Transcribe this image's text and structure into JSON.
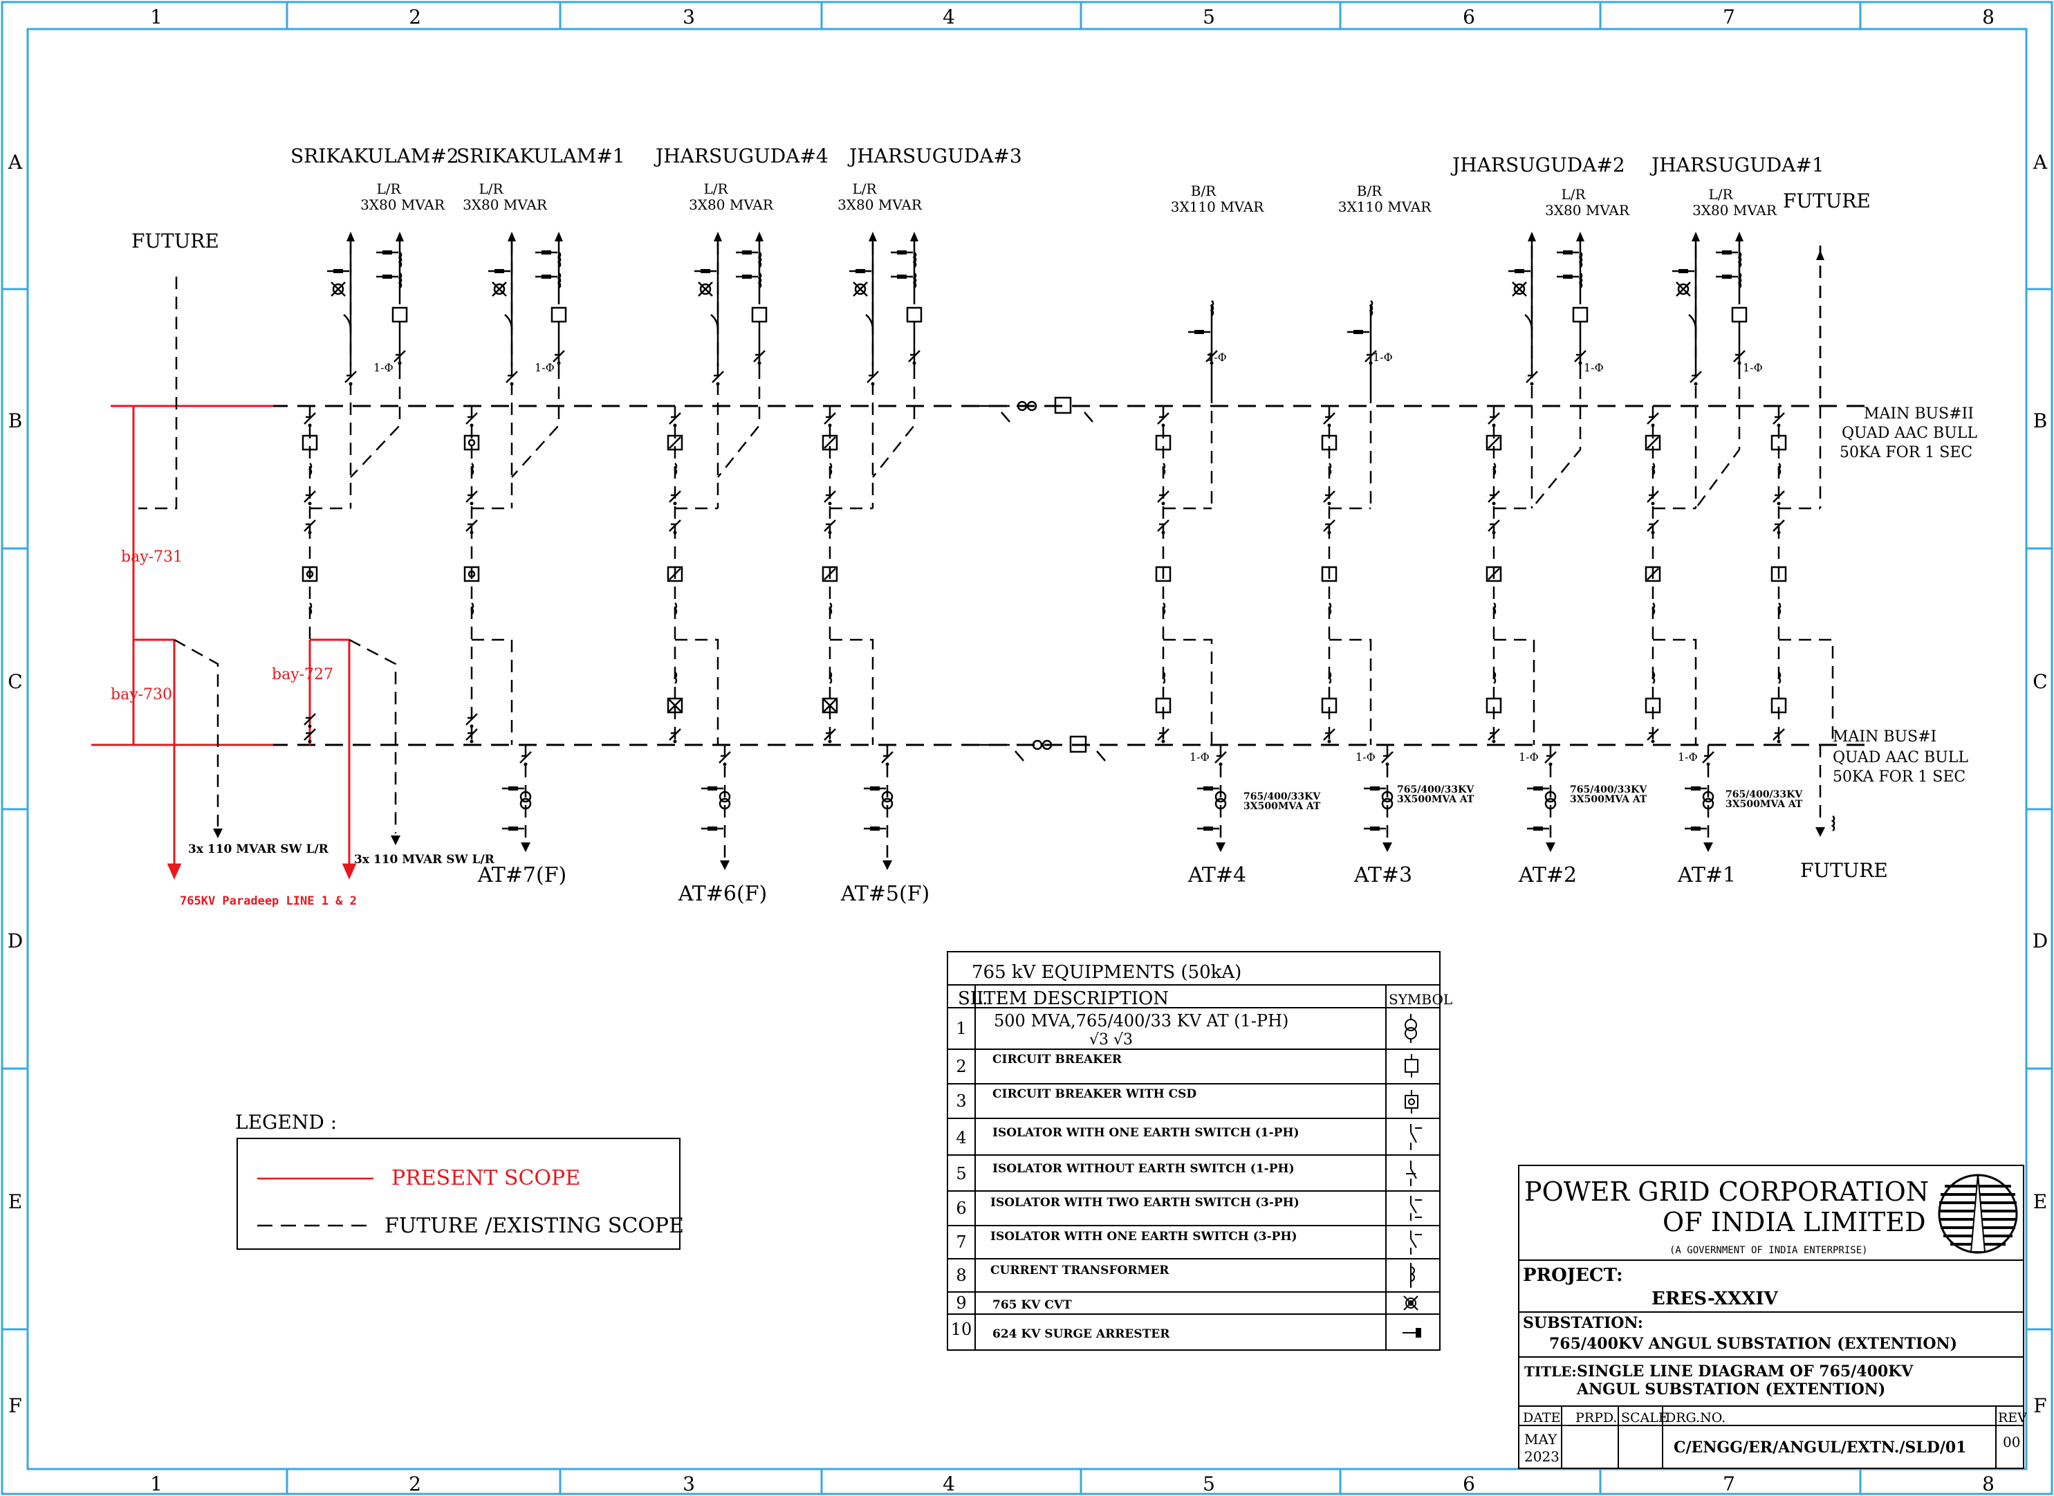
{
  "grid": {
    "columns": [
      "1",
      "2",
      "3",
      "4",
      "5",
      "6",
      "7",
      "8"
    ],
    "rows": [
      "A",
      "B",
      "C",
      "D",
      "E",
      "F"
    ]
  },
  "colors": {
    "border": "#35a8e8",
    "present_scope": "#e8161d",
    "line": "#000000"
  },
  "feeders": {
    "srikakulam2": "SRIKAKULAM#2",
    "srikakulam1": "SRIKAKULAM#1",
    "jharsuguda4": "JHARSUGUDA#4",
    "jharsuguda3": "JHARSUGUDA#3",
    "jharsuguda2": "JHARSUGUDA#2",
    "jharsuguda1": "JHARSUGUDA#1",
    "future_left": "FUTURE",
    "future_right_top": "FUTURE",
    "future_right_bottom": "FUTURE"
  },
  "reactors": {
    "lr_title": "L/R",
    "lr_rating": "3X80  MVAR",
    "br_title": "B/R",
    "br_rating": "3X110  MVAR"
  },
  "buses": {
    "main_bus_2": "MAIN  BUS#II",
    "main_bus_1": "MAIN  BUS#I",
    "conductor": "QUAD  AAC  BULL",
    "rating": "50KA  FOR  1  SEC"
  },
  "bays": {
    "bay731": "bay-731",
    "bay730": "bay-730",
    "bay727": "bay-727"
  },
  "switched_reactor_label": "3x  110  MVAR  SW  L/R",
  "paradeep_label": "765KV  Paradeep  LINE  1  &  2",
  "single_phase_label": "1-Φ",
  "transformers": {
    "at7": "AT#7(F)",
    "at6": "AT#6(F)",
    "at5": "AT#5(F)",
    "at4": "AT#4",
    "at3": "AT#3",
    "at2": "AT#2",
    "at1": "AT#1",
    "rating_line1": "765/400/33KV",
    "rating_line2": "3X500MVA  AT"
  },
  "equipment_table": {
    "title": "765  kV  EQUIPMENTS  (50kA)",
    "col_sl": "SL.",
    "col_item": "ITEM  DESCRIPTION",
    "col_symbol": "SYMBOL",
    "rows": [
      {
        "sl": "1",
        "desc": "500  MVA,765/400/33  KV   AT  (1-PH)",
        "sub": "√3    √3"
      },
      {
        "sl": "2",
        "desc": "CIRCUIT  BREAKER"
      },
      {
        "sl": "3",
        "desc": "CIRCUIT  BREAKER  WITH  CSD"
      },
      {
        "sl": "4",
        "desc": "ISOLATOR  WITH  ONE  EARTH  SWITCH  (1-PH)"
      },
      {
        "sl": "5",
        "desc": "ISOLATOR  WITHOUT  EARTH  SWITCH  (1-PH)"
      },
      {
        "sl": "6",
        "desc": "ISOLATOR  WITH  TWO  EARTH  SWITCH  (3-PH)"
      },
      {
        "sl": "7",
        "desc": "ISOLATOR  WITH  ONE  EARTH  SWITCH  (3-PH)"
      },
      {
        "sl": "8",
        "desc": "CURRENT  TRANSFORMER"
      },
      {
        "sl": "9",
        "desc": "765  KV  CVT"
      },
      {
        "sl": "10",
        "desc": "624  KV  SURGE  ARRESTER"
      }
    ]
  },
  "legend": {
    "title": "LEGEND  :",
    "present": "PRESENT  SCOPE",
    "future": "FUTURE  /EXISTING  SCOPE"
  },
  "title_block": {
    "company_line1": "POWER  GRID  CORPORATION",
    "company_line2": "OF  INDIA  LIMITED",
    "company_sub": "(A  GOVERNMENT  OF  INDIA  ENTERPRISE)",
    "project_label": "PROJECT:",
    "project_value": "ERES-XXXIV",
    "substation_label": "SUBSTATION:",
    "substation_value": "765/400KV  ANGUL  SUBSTATION  (EXTENTION)",
    "title_label": "TITLE:",
    "title_line1": "SINGLE  LINE  DIAGRAM  OF  765/400KV",
    "title_line2": "ANGUL  SUBSTATION  (EXTENTION)",
    "date_label": "DATE",
    "prpd_label": "PRPD.",
    "scale_label": "SCALE",
    "drg_label": "DRG.NO.",
    "rev_label": "REV",
    "date_month": "MAY",
    "date_year": "2023",
    "drg_value": "C/ENGG/ER/ANGUL/EXTN./SLD/01",
    "rev_value": "00"
  }
}
